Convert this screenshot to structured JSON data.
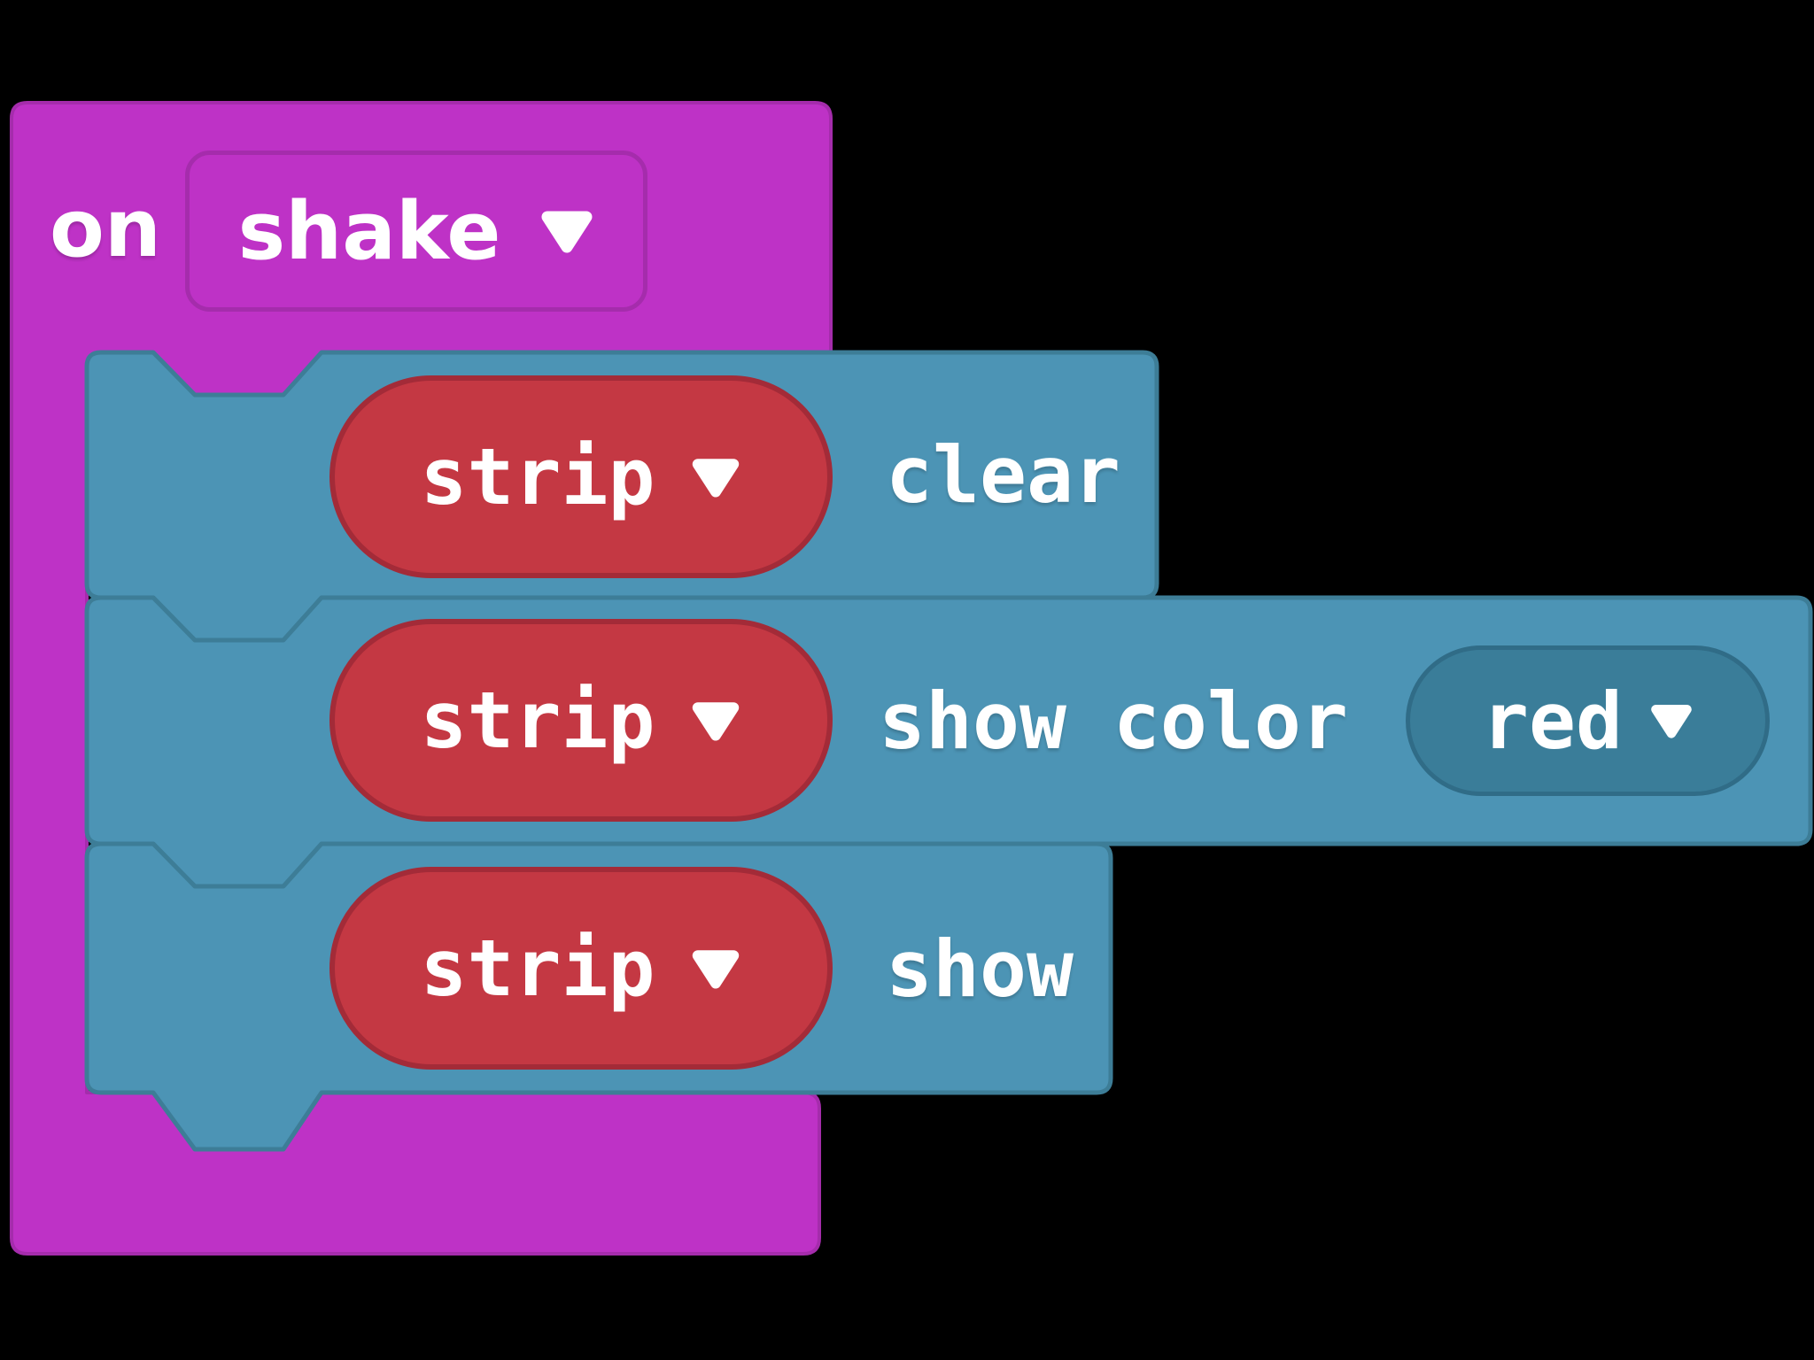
{
  "workspace": {
    "background": "#000000"
  },
  "colors": {
    "event_block": "#BE32C6",
    "event_block_border": "#A52CAC",
    "statement_block": "#4C94B5",
    "statement_block_border": "#3D7D97",
    "variable_pill": "#C43843",
    "variable_pill_border": "#A32B38",
    "value_pill": "#3A7D99",
    "value_pill_border": "#306C87",
    "label_text": "#FFFFFF"
  },
  "blocks": {
    "on_shake": {
      "label": "on",
      "event": "shake"
    },
    "strip_clear": {
      "variable": "strip",
      "action": "clear"
    },
    "strip_show_color": {
      "variable": "strip",
      "action": "show color",
      "value": "red"
    },
    "strip_show": {
      "variable": "strip",
      "action": "show"
    }
  }
}
